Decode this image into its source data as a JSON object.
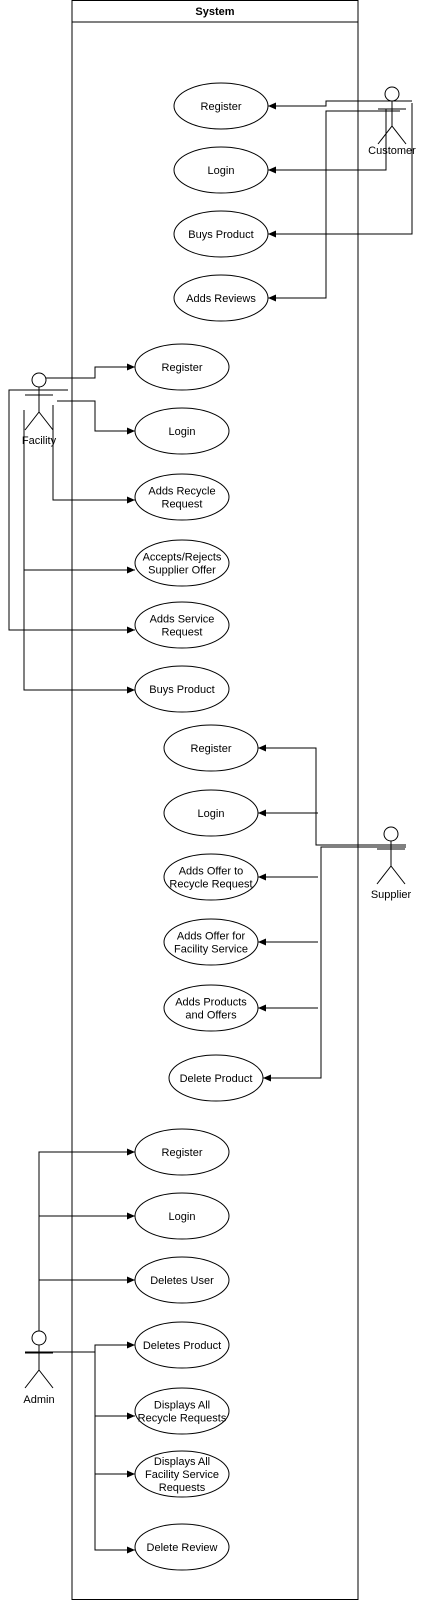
{
  "system": {
    "title": "System"
  },
  "actors": {
    "customer": "Customer",
    "facility": "Facility",
    "supplier": "Supplier",
    "admin": "Admin"
  },
  "customer_cases": {
    "register": [
      "Register"
    ],
    "login": [
      "Login"
    ],
    "buys": [
      "Buys Product"
    ],
    "reviews": [
      "Adds Reviews"
    ]
  },
  "facility_cases": {
    "register": [
      "Register"
    ],
    "login": [
      "Login"
    ],
    "recycle": [
      "Adds Recycle",
      "Request"
    ],
    "accepts": [
      "Accepts/Rejects",
      "Supplier Offer"
    ],
    "service": [
      "Adds Service",
      "Request"
    ],
    "buys": [
      "Buys Product"
    ]
  },
  "supplier_cases": {
    "register": [
      "Register"
    ],
    "login": [
      "Login"
    ],
    "offer_recycle": [
      "Adds Offer to",
      "Recycle Request"
    ],
    "offer_service": [
      "Adds Offer for",
      "Facility Service"
    ],
    "products": [
      "Adds Products",
      "and Offers"
    ],
    "delete": [
      "Delete Product"
    ]
  },
  "admin_cases": {
    "register": [
      "Register"
    ],
    "login": [
      "Login"
    ],
    "del_user": [
      "Deletes User"
    ],
    "del_product": [
      "Deletes Product"
    ],
    "recycle_list": [
      "Displays All",
      "Recycle Requests"
    ],
    "service_list": [
      "Displays All",
      "Facility Service",
      "Requests"
    ],
    "del_review": [
      "Delete Review"
    ]
  }
}
